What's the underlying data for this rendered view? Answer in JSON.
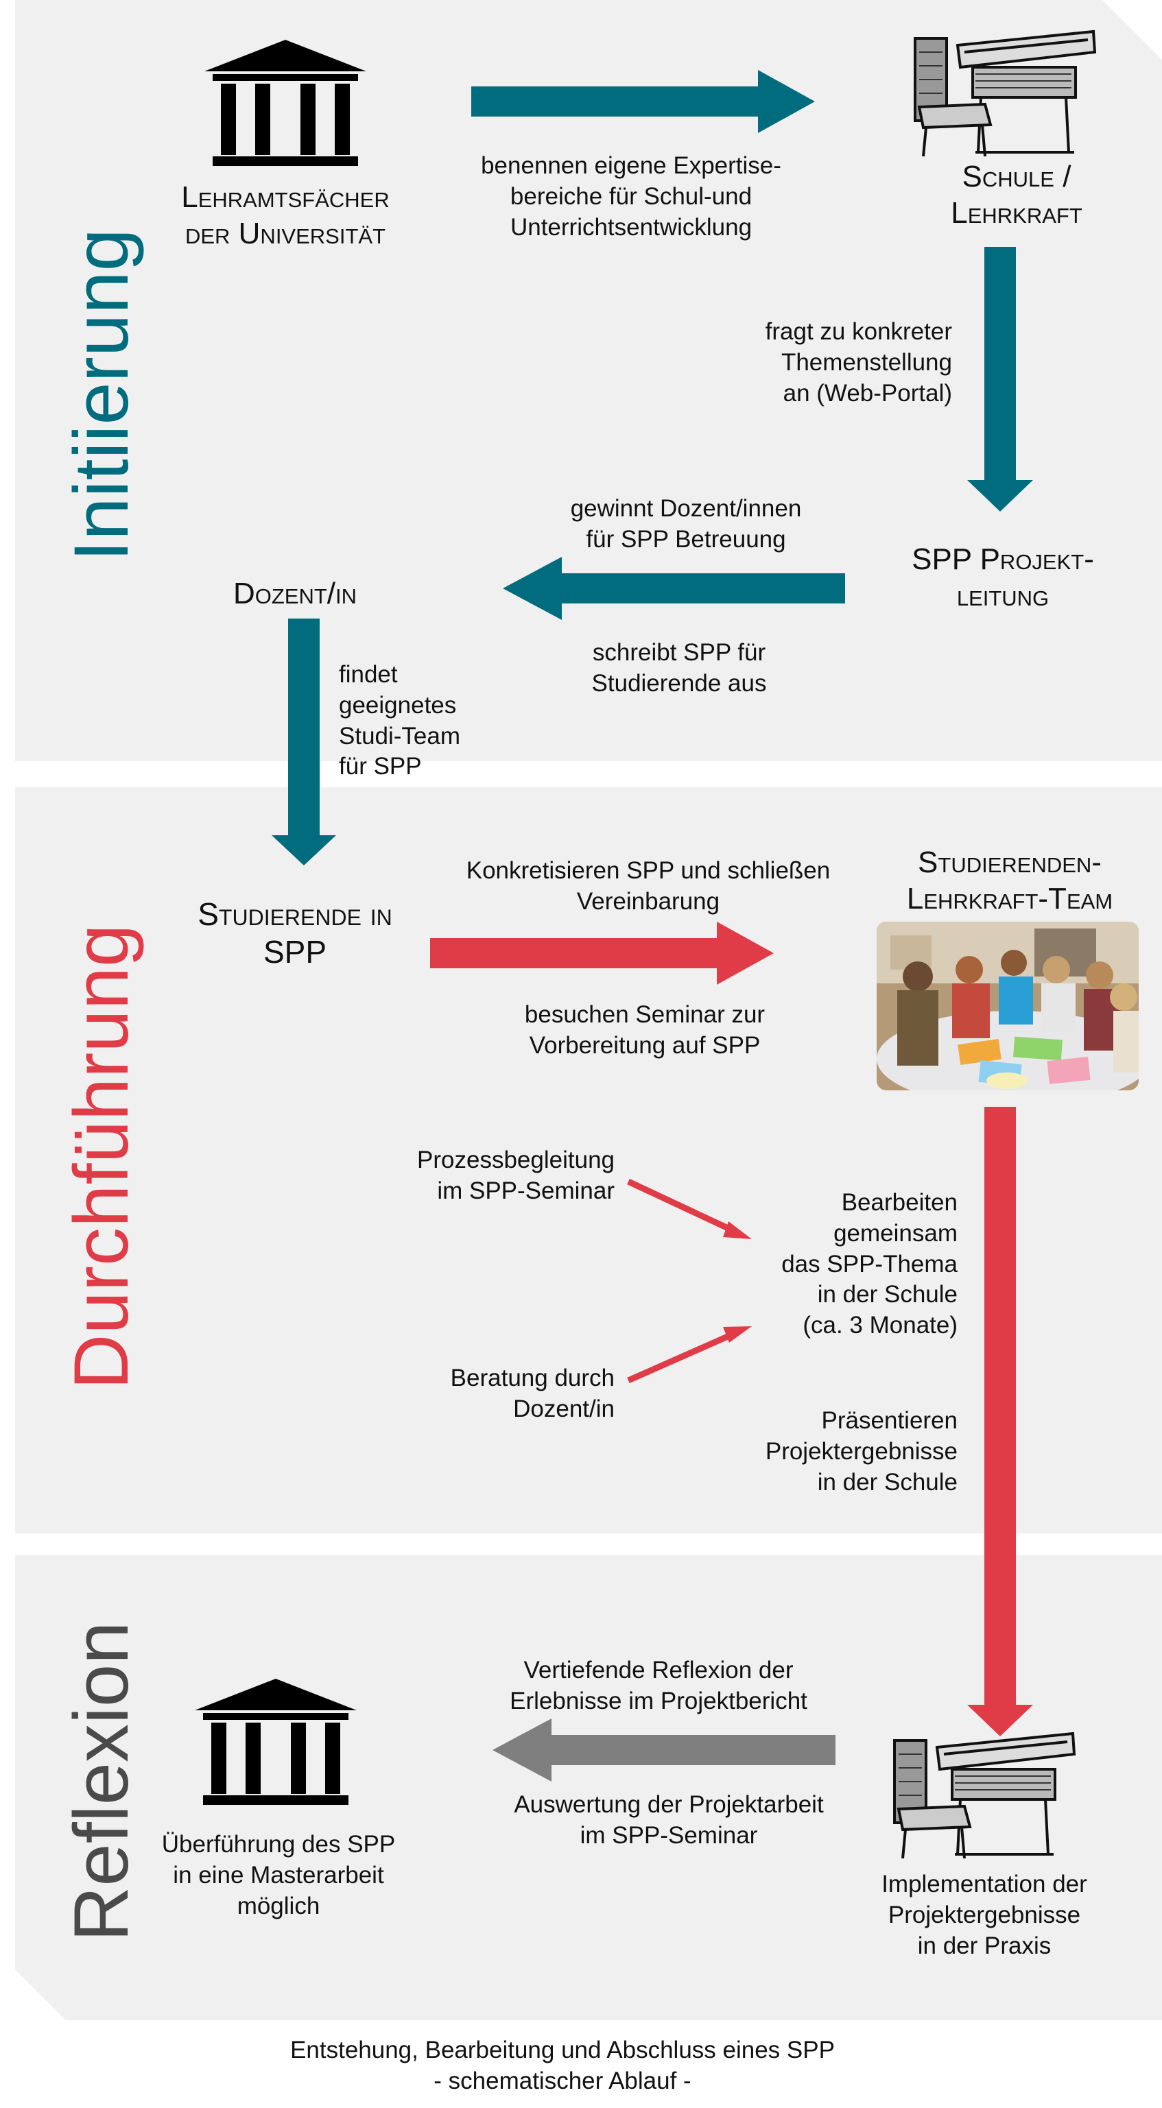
{
  "colors": {
    "teal": "#006c7e",
    "red": "#e03c48",
    "gray": "#7f7f7f",
    "panel": "#f0f0f0"
  },
  "phases": {
    "initiierung": "Initiierung",
    "durchfuehrung": "Durchführung",
    "reflexion": "Reflexion"
  },
  "nodes": {
    "uni_l1": "Lehramtsfächer",
    "uni_l2": "der Universität",
    "schule_l1": "Schule /",
    "schule_l2": "Lehrkraft",
    "spp_l1": "SPP Projekt-",
    "spp_l2": "leitung",
    "dozent": "Dozent/in",
    "stud_l1": "Studierende in",
    "stud_l2": "SPP",
    "team_l1": "Studierenden-",
    "team_l2": "Lehrkraft-Team"
  },
  "labels": {
    "expertise": [
      "benennen eigene Expertise-",
      "bereiche für Schul-und",
      "Unterrichtsentwicklung"
    ],
    "fragt": [
      "fragt zu konkreter",
      "Themenstellung",
      "an (Web-Portal)"
    ],
    "gewinnt": [
      "gewinnt Dozent/innen",
      "für SPP Betreuung"
    ],
    "schreibt": [
      "schreibt SPP für",
      "Studierende aus"
    ],
    "findet": [
      "findet",
      "geeignetes",
      "Studi-Team",
      "für SPP"
    ],
    "konkretisieren": [
      "Konkretisieren SPP und schließen",
      "Vereinbarung"
    ],
    "besuchen": [
      "besuchen Seminar zur",
      "Vorbereitung auf SPP"
    ],
    "prozess": [
      "Prozessbegleitung",
      "im SPP-Seminar"
    ],
    "bearbeiten": [
      "Bearbeiten",
      "gemeinsam",
      "das SPP-Thema",
      "in der Schule",
      "(ca. 3 Monate)"
    ],
    "beratung": [
      "Beratung durch",
      "Dozent/in"
    ],
    "praesentieren": [
      "Präsentieren",
      "Projektergebnisse",
      "in der Schule"
    ],
    "vertiefende": [
      "Vertiefende Reflexion der",
      "Erlebnisse im Projektbericht"
    ],
    "auswertung": [
      "Auswertung der Projektarbeit",
      "im SPP-Seminar"
    ],
    "ueberfuehrung": [
      "Überführung des SPP",
      "in eine Masterarbeit",
      "möglich"
    ],
    "implementation": [
      "Implementation der",
      "Projektergebnisse",
      "in der Praxis"
    ]
  },
  "caption": {
    "line1": "Entstehung, Bearbeitung und Abschluss eines SPP",
    "line2": "- schematischer Ablauf -"
  },
  "icons": [
    "university-building-icon",
    "school-desk-icon",
    "team-photo"
  ]
}
